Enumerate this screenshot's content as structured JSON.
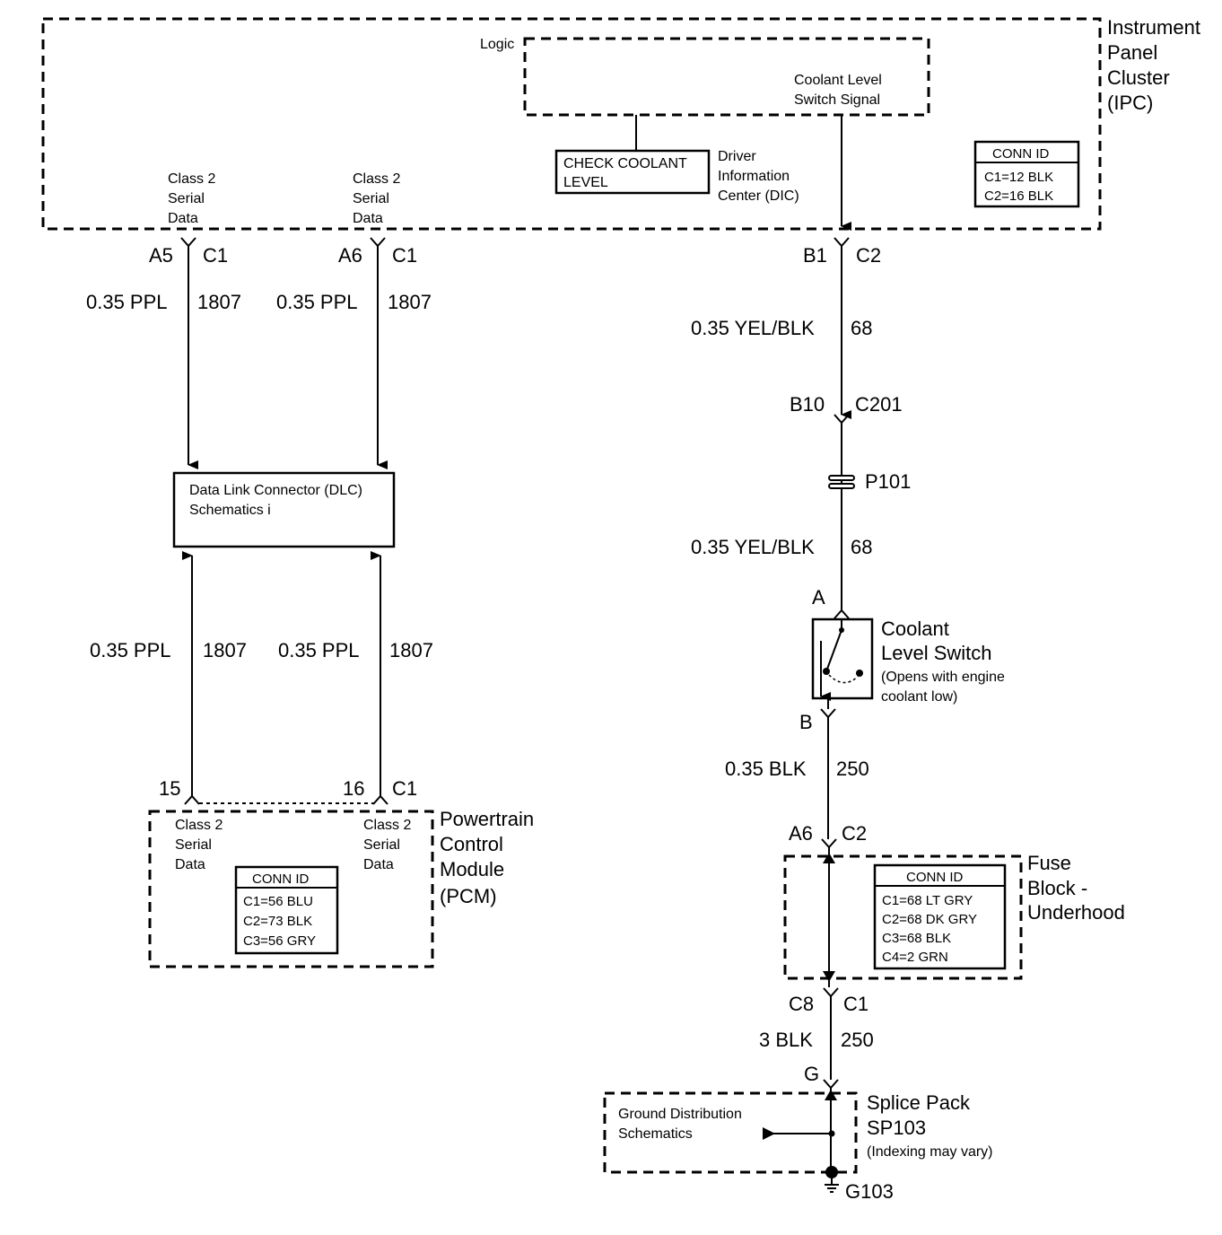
{
  "ipc": {
    "title": [
      "Instrument",
      "Panel",
      "Cluster",
      "(IPC)"
    ],
    "logic_label": "Logic",
    "coolant_signal": [
      "Coolant Level",
      "Switch Signal"
    ],
    "dic_display": [
      "CHECK COOLANT",
      "LEVEL"
    ],
    "dic_label": [
      "Driver",
      "Information",
      "Center (DIC)"
    ],
    "serial_a": [
      "Class 2",
      "Serial",
      "Data"
    ],
    "serial_b": [
      "Class 2",
      "Serial",
      "Data"
    ],
    "conn_title": "CONN ID",
    "conn": [
      "C1=12 BLK",
      "C2=16 BLK"
    ]
  },
  "left_upper": {
    "a_pin": "A5",
    "a_conn": "C1",
    "a_wire": "0.35 PPL",
    "a_circuit": "1807",
    "b_pin": "A6",
    "b_conn": "C1",
    "b_wire": "0.35 PPL",
    "b_circuit": "1807"
  },
  "dlc": [
    "Data Link Connector (DLC)",
    "Schematics i"
  ],
  "left_lower": {
    "a_wire": "0.35 PPL",
    "a_circuit": "1807",
    "b_wire": "0.35 PPL",
    "b_circuit": "1807",
    "a_pin": "15",
    "b_pin": "16",
    "b_conn": "C1"
  },
  "pcm": {
    "title": [
      "Powertrain",
      "Control",
      "Module",
      "(PCM)"
    ],
    "serial_a": [
      "Class 2",
      "Serial",
      "Data"
    ],
    "serial_b": [
      "Class 2",
      "Serial",
      "Data"
    ],
    "conn_title": "CONN ID",
    "conn": [
      "C1=56 BLU",
      "C2=73 BLK",
      "C3=56 GRY"
    ]
  },
  "right": {
    "b1_pin": "B1",
    "b1_conn": "C2",
    "w1_wire": "0.35 YEL/BLK",
    "w1_circuit": "68",
    "b10_pin": "B10",
    "b10_conn": "C201",
    "p101": "P101",
    "w2_wire": "0.35 YEL/BLK",
    "w2_circuit": "68",
    "sw_pin_a": "A",
    "switch_title": [
      "Coolant",
      "Level Switch"
    ],
    "switch_note": [
      "(Opens with engine",
      "coolant low)"
    ],
    "sw_pin_b": "B",
    "w3_wire": "0.35 BLK",
    "w3_circuit": "250",
    "a6_pin": "A6",
    "a6_conn": "C2",
    "c8_pin": "C8",
    "c8_conn": "C1",
    "w4_wire": "3 BLK",
    "w4_circuit": "250",
    "g_pin": "G",
    "g103": "G103"
  },
  "fuse": {
    "title": [
      "Fuse",
      "Block -",
      "Underhood"
    ],
    "conn_title": "CONN ID",
    "conn": [
      "C1=68 LT GRY",
      "C2=68 DK GRY",
      "C3=68 BLK",
      "C4=2 GRN"
    ]
  },
  "splice": {
    "title": [
      "Splice Pack",
      "SP103"
    ],
    "note": "(Indexing may vary)",
    "ground": [
      "Ground Distribution",
      "Schematics"
    ]
  }
}
